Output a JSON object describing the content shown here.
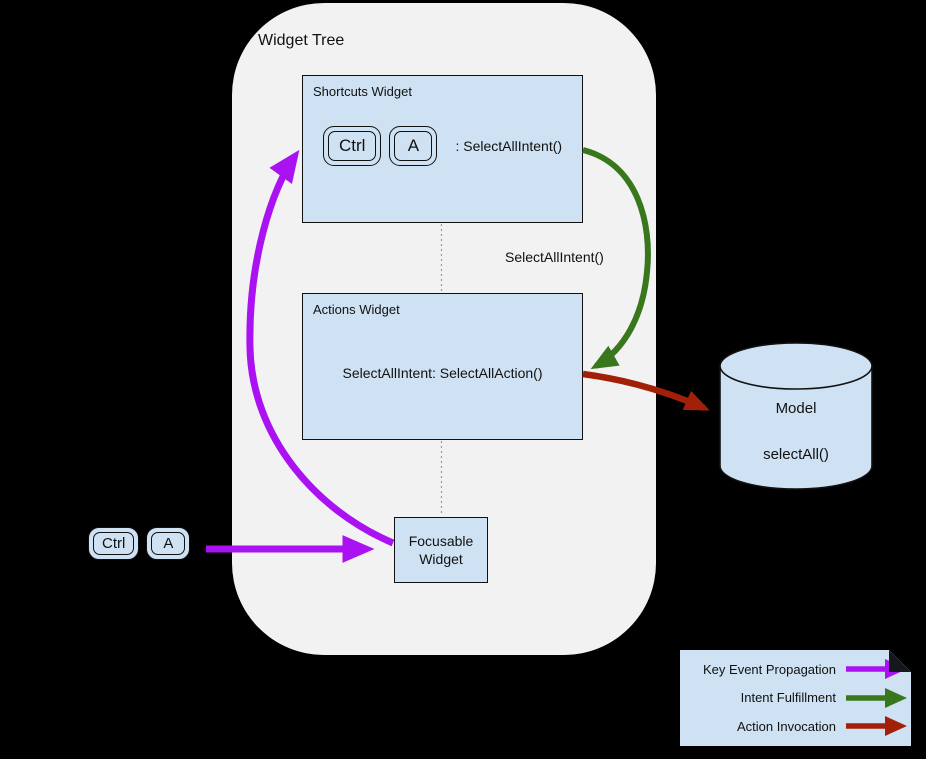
{
  "colors": {
    "background": "#000000",
    "container_fill": "#f2f2f2",
    "box_fill": "#cfe2f3",
    "box_border": "#111111",
    "key_event_propagation": "#aa12f2",
    "intent_fulfillment": "#39771d",
    "action_invocation": "#a32008",
    "dotted_connector": "#999999"
  },
  "widget_tree": {
    "title": "Widget Tree",
    "shortcuts_widget": {
      "label": "Shortcuts Widget",
      "keys": {
        "0": "Ctrl",
        "1": "A"
      },
      "mapping": ": SelectAllIntent()"
    },
    "actions_widget": {
      "label": "Actions Widget",
      "mapping": "SelectAllIntent: SelectAllAction()"
    },
    "focusable_widget": {
      "line1": "Focusable",
      "line2": "Widget"
    }
  },
  "input_keys": {
    "0": "Ctrl",
    "1": "A"
  },
  "intent_arrow_label": "SelectAllIntent()",
  "model": {
    "title": "Model",
    "method": "selectAll()"
  },
  "legend": {
    "items": [
      {
        "label": "Key Event Propagation",
        "color": "#aa12f2"
      },
      {
        "label": "Intent Fulfillment",
        "color": "#39771d"
      },
      {
        "label": "Action Invocation",
        "color": "#a32008"
      }
    ]
  }
}
